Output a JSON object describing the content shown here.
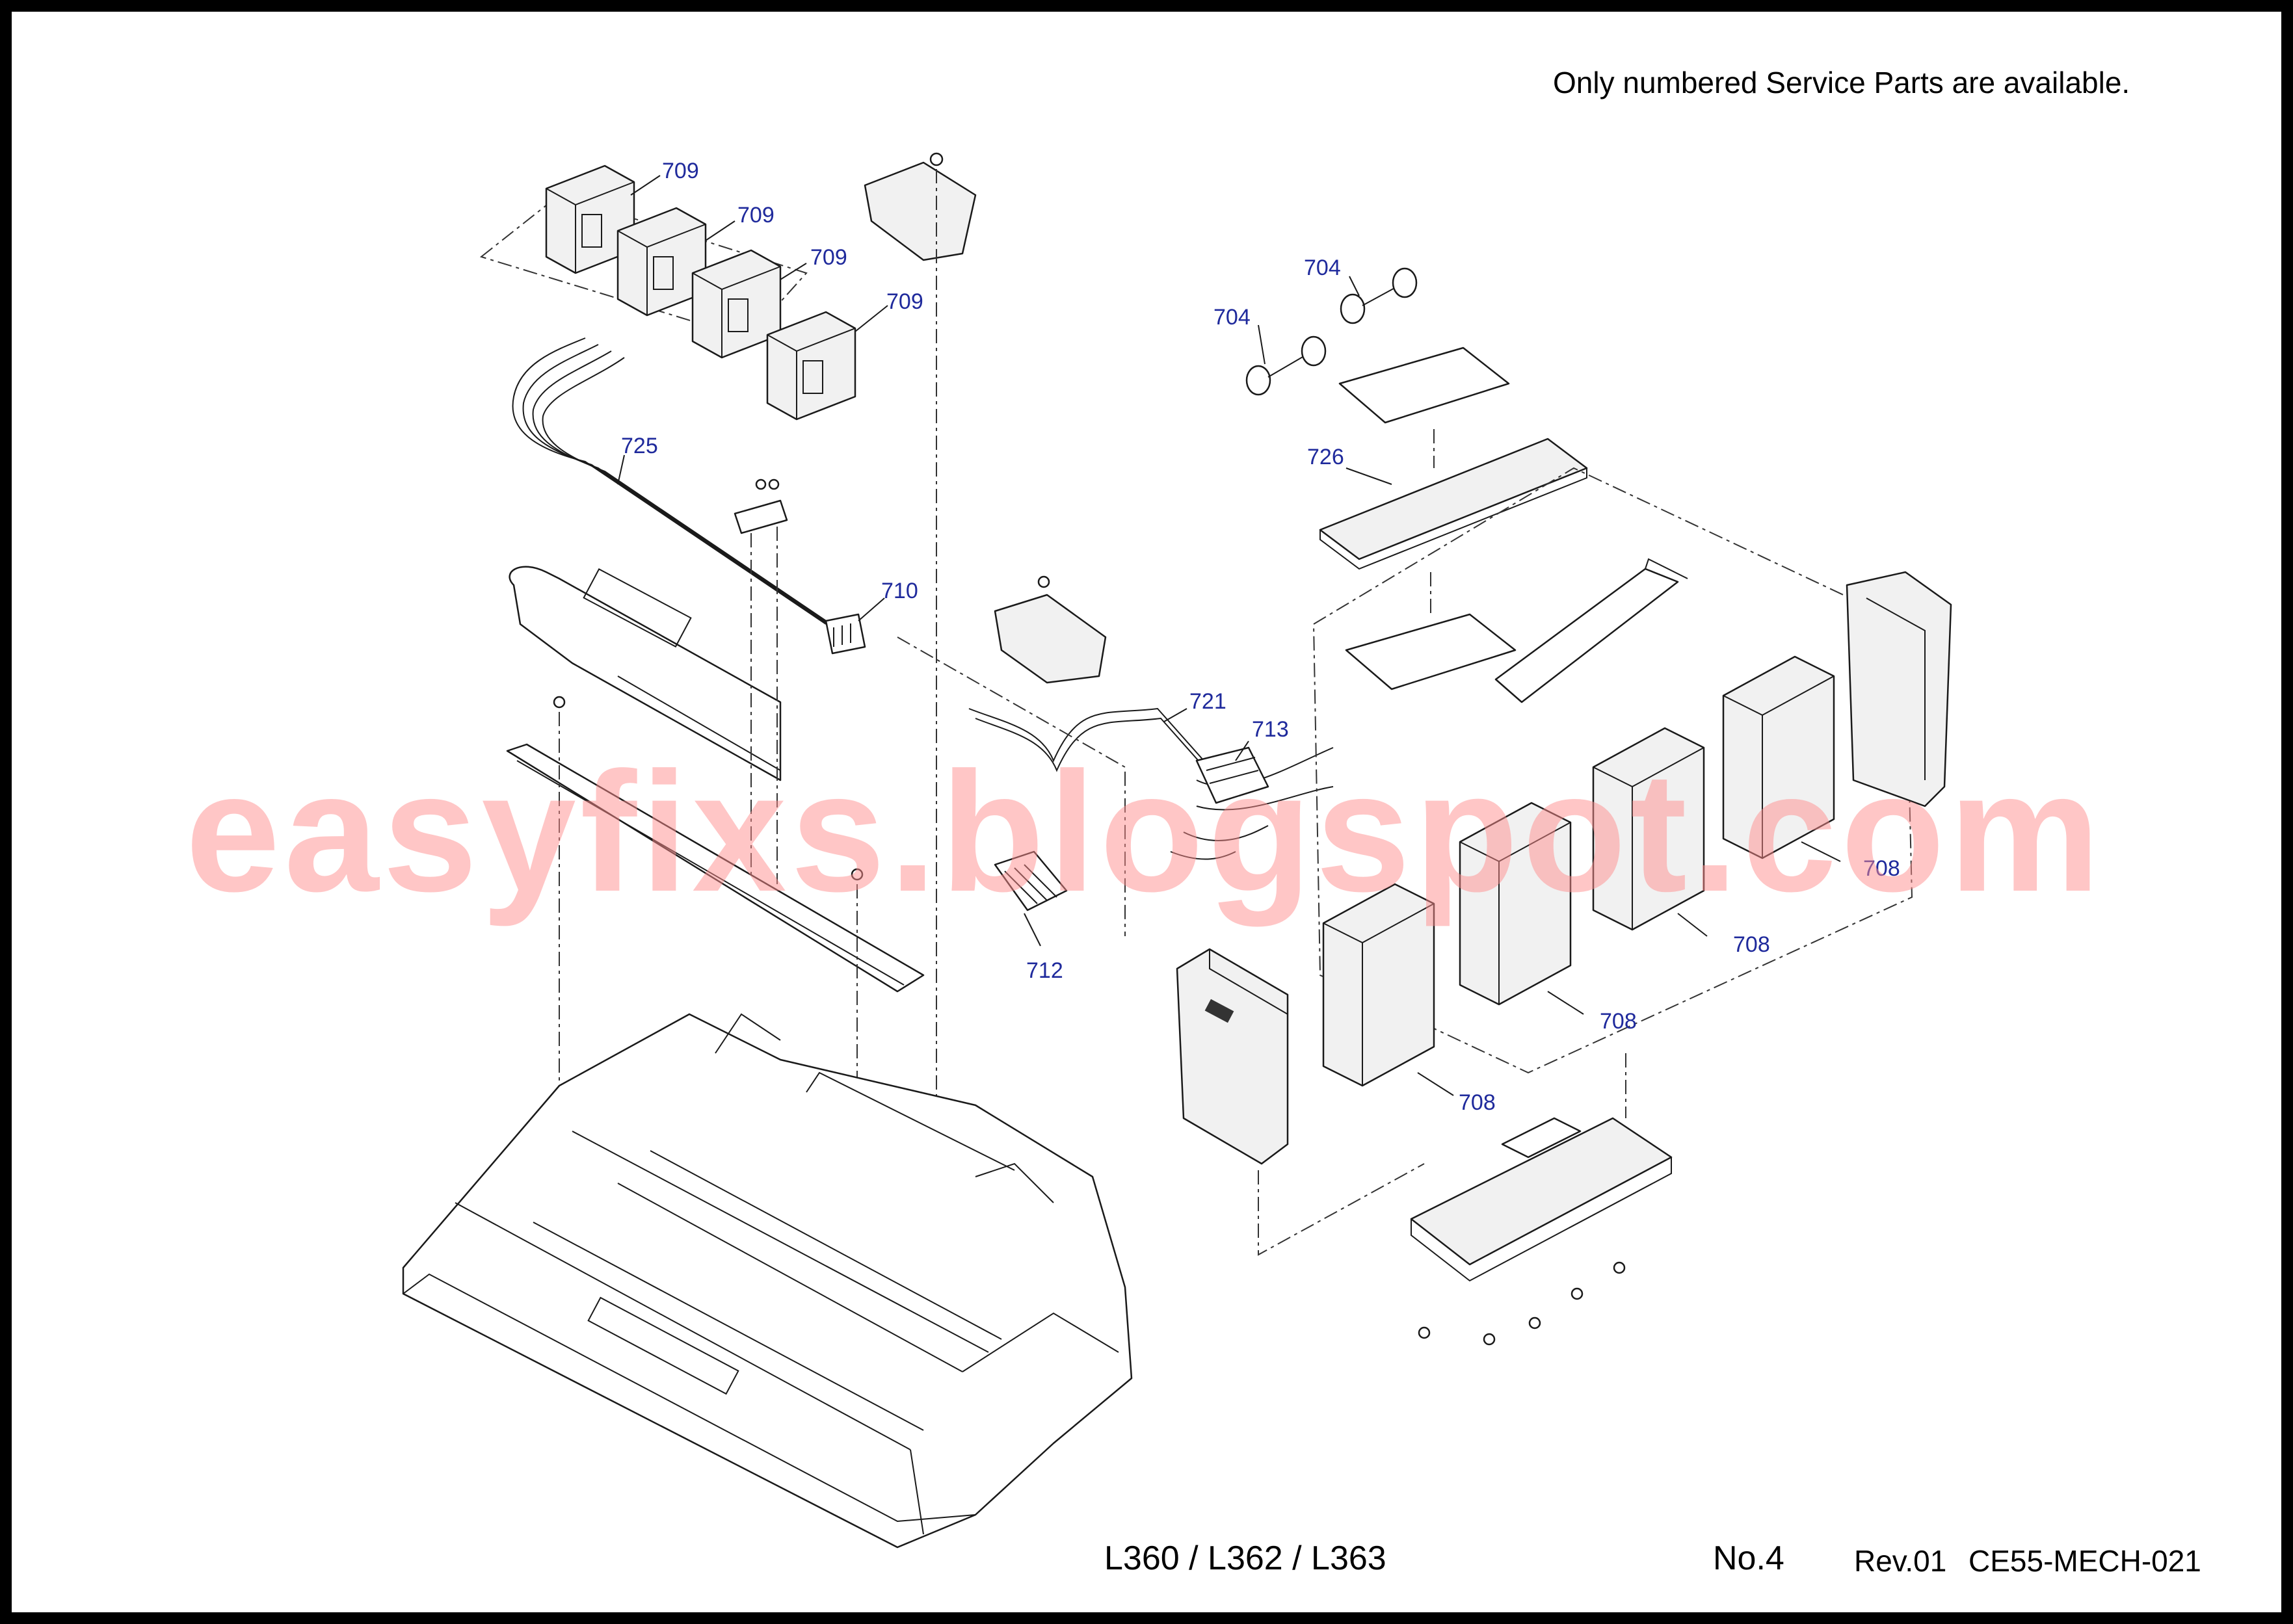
{
  "page": {
    "notice": "Only numbered Service Parts are available.",
    "models": "L360 / L362 / L363",
    "page_number": "No.4",
    "revision": "Rev.01",
    "drawing_code": "CE55-MECH-021",
    "watermark": "easyfixs.blogspot.com"
  },
  "callouts": [
    {
      "id": "c709a",
      "label": "709"
    },
    {
      "id": "c709b",
      "label": "709"
    },
    {
      "id": "c709c",
      "label": "709"
    },
    {
      "id": "c709d",
      "label": "709"
    },
    {
      "id": "c704a",
      "label": "704"
    },
    {
      "id": "c704b",
      "label": "704"
    },
    {
      "id": "c725",
      "label": "725"
    },
    {
      "id": "c726",
      "label": "726"
    },
    {
      "id": "c710",
      "label": "710"
    },
    {
      "id": "c721",
      "label": "721"
    },
    {
      "id": "c713",
      "label": "713"
    },
    {
      "id": "c712",
      "label": "712"
    },
    {
      "id": "c708a",
      "label": "708"
    },
    {
      "id": "c708b",
      "label": "708"
    },
    {
      "id": "c708c",
      "label": "708"
    },
    {
      "id": "c708d",
      "label": "708"
    }
  ],
  "colors": {
    "callout": "#1f2a9c",
    "watermark": "#ff8d8d",
    "frame": "#000000"
  }
}
